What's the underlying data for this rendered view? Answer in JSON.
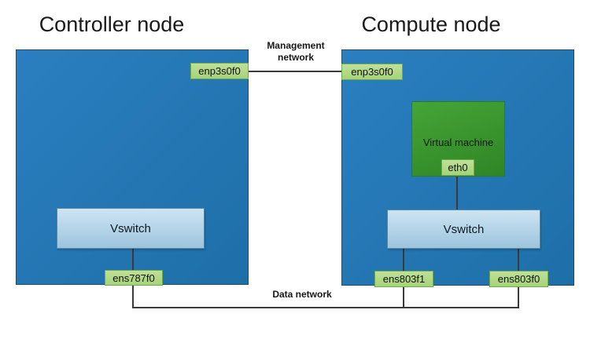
{
  "colors": {
    "node_fill_a": "#2b7fc0",
    "node_fill_b": "#1e6fa8",
    "node_border": "#254b66",
    "vswitch_fill_a": "#cde4f2",
    "vswitch_fill_b": "#9dc4dd",
    "vswitch_border": "#5b87a5",
    "vm_fill_a": "#45a536",
    "vm_fill_b": "#2f8526",
    "vm_border": "#2c7a22",
    "label_fill_a": "#bfe098",
    "label_fill_b": "#a6d378",
    "label_border": "#6fa84f",
    "line_color": "#3a3a3a"
  },
  "controller": {
    "title": "Controller node",
    "mgmt_nic": "enp3s0f0",
    "vswitch": "Vswitch",
    "data_nic": "ens787f0"
  },
  "compute": {
    "title": "Compute node",
    "mgmt_nic": "enp3s0f0",
    "vm": "Virtual machine",
    "vm_nic": "eth0",
    "vswitch": "Vswitch",
    "data_nic_left": "ens803f1",
    "data_nic_right": "ens803f0"
  },
  "networks": {
    "management": "Management network",
    "data": "Data network"
  }
}
